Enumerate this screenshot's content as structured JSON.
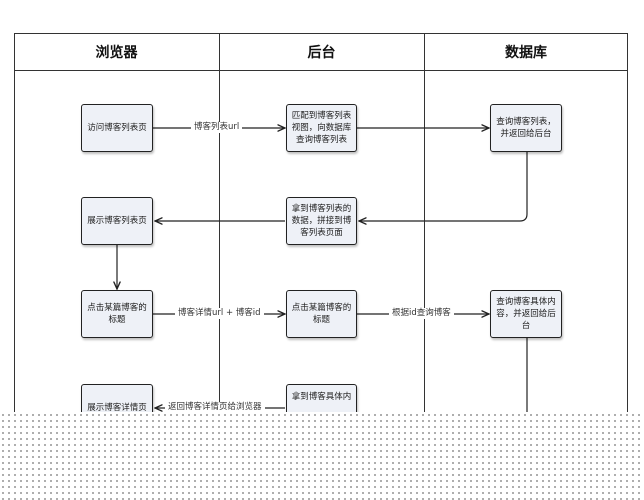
{
  "lanes": {
    "browser": "浏览器",
    "backend": "后台",
    "database": "数据库"
  },
  "nodes": {
    "visit_list": "访问博客列表页",
    "match_list": "匹配到博客列表视图，向数据库查询博客列表",
    "query_list": "查询博客列表，并返回给后台",
    "got_list": "拿到博客列表的数据，拼接到博客列表页面",
    "show_list": "展示博客列表页",
    "click_title_browser": "点击某篇博客的标题",
    "click_title_backend": "点击某篇博客的标题",
    "query_detail": "查询博客具体内容，并返回给后台",
    "show_detail": "展示博客详情页",
    "got_detail": "拿到博客具体内"
  },
  "edges": {
    "list_url": "博客列表url",
    "detail_url_id": "博客详情url + 博客id",
    "query_by_id": "根据id查询博客",
    "return_detail": "返回博客详情页给浏览器"
  }
}
